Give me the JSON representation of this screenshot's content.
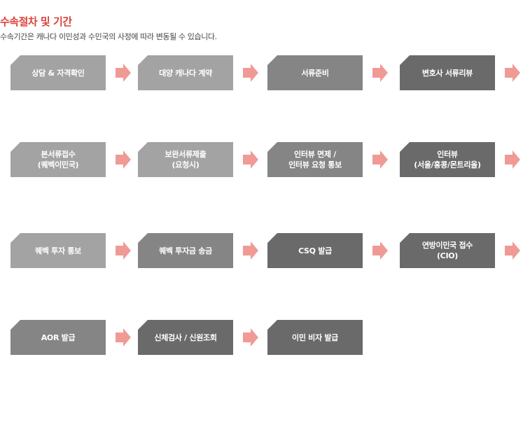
{
  "header": {
    "title": "수속절차 및 기간",
    "subtitle": "수속기간은 캐나다 이민성과 수민국의 사정에 따라 변동될 수 있습니다."
  },
  "colors": {
    "title": "#d9443a",
    "arrow": "#f09a96",
    "step_light": "#a3a3a3",
    "step_mid": "#858585",
    "step_dark": "#6a6a6a"
  },
  "steps": [
    {
      "label": "상담 & 자격확인",
      "tone": "light"
    },
    {
      "label": "대양 캐나다 계약",
      "tone": "light"
    },
    {
      "label": "서류준비",
      "tone": "mid"
    },
    {
      "label": "변호사 서류리뷰",
      "tone": "dark"
    },
    {
      "label": "본서류접수\n(퀘벡이민국)",
      "tone": "light"
    },
    {
      "label": "보완서류제출\n(요청시)",
      "tone": "light"
    },
    {
      "label": "인터뷰 면제 /\n인터뷰 요청 통보",
      "tone": "mid"
    },
    {
      "label": "인터뷰\n(서울/홍콩/몬트리올)",
      "tone": "dark"
    },
    {
      "label": "퀘벡 투자 통보",
      "tone": "light"
    },
    {
      "label": "퀘벡 투자금 송금",
      "tone": "mid"
    },
    {
      "label": "CSQ 발급",
      "tone": "dark"
    },
    {
      "label": "연방이민국 접수\n(CIO)",
      "tone": "dark"
    },
    {
      "label": "AOR 발급",
      "tone": "mid"
    },
    {
      "label": "신체검사 / 신원조회",
      "tone": "dark"
    },
    {
      "label": "이민 비자 발급",
      "tone": "dark"
    }
  ],
  "arrows_after_steps": [
    0,
    1,
    2,
    3,
    4,
    5,
    6,
    7,
    8,
    9,
    10,
    11,
    12,
    13
  ]
}
